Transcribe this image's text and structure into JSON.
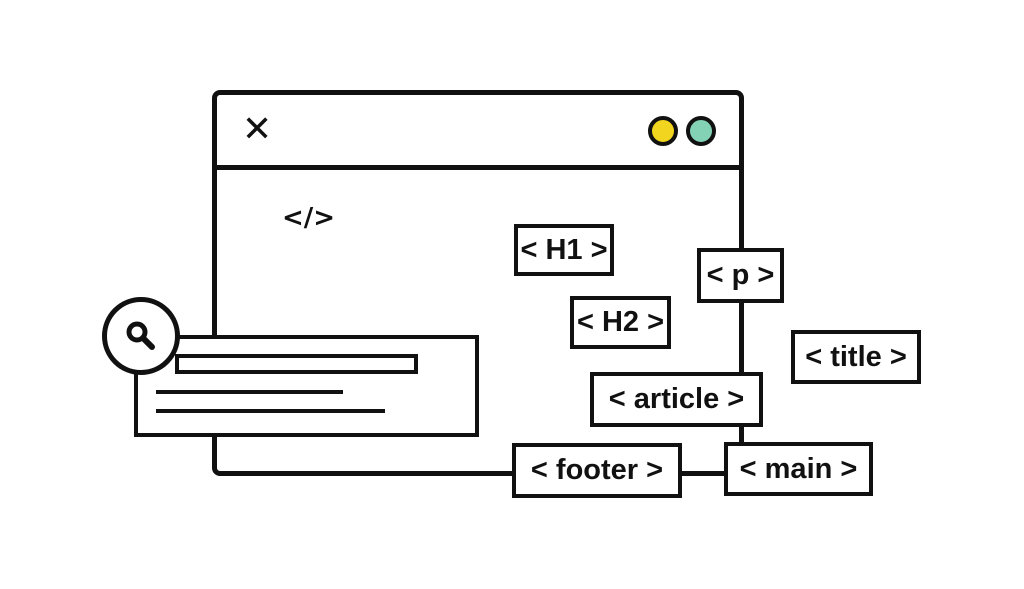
{
  "browser_window": {
    "close_icon": "close-icon",
    "dots": [
      {
        "name": "yellow-dot",
        "color": "#F2D51F"
      },
      {
        "name": "green-dot",
        "color": "#84D2B5"
      }
    ],
    "code_glyph": "</>"
  },
  "tags": {
    "h1": "< H1 >",
    "h2": "< H2 >",
    "p": "< p >",
    "title": "< title >",
    "article": "< article >",
    "footer": "< footer >",
    "main": "< main >"
  },
  "search": {
    "icon": "magnifier-icon"
  },
  "colors": {
    "stroke": "#111111",
    "background": "#FFFFFF"
  }
}
